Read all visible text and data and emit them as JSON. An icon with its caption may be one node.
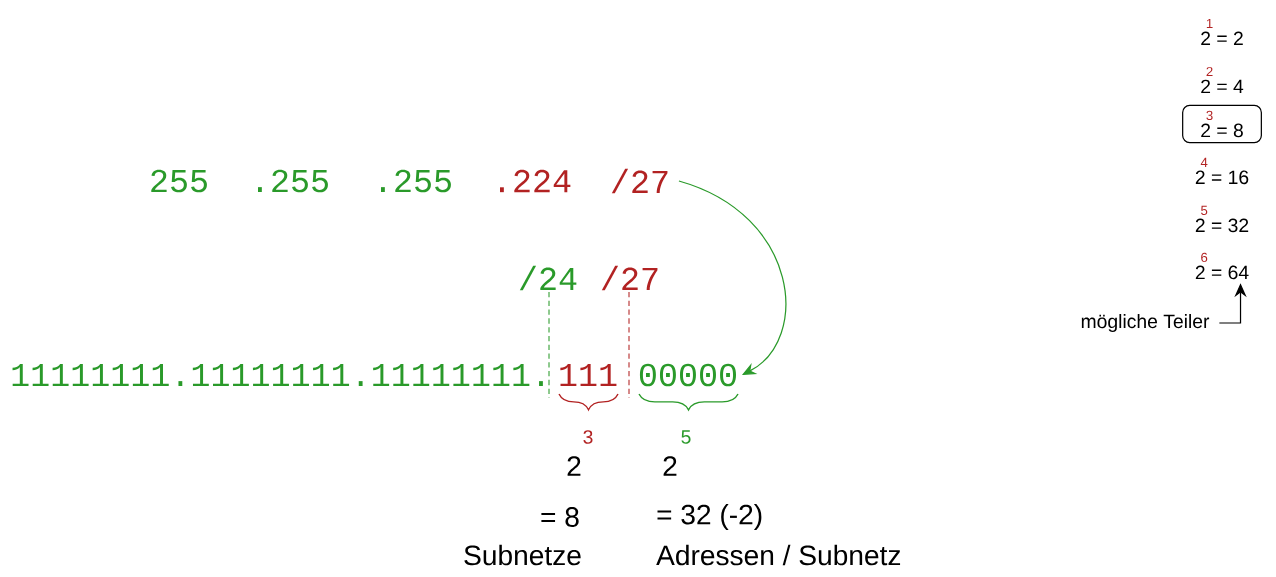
{
  "diagram": {
    "nodes": [
      {
        "text": [
          "3",
          "2 = 8"
        ]
      },
      {
        "text": [
          "/27"
        ]
      },
      {
        "text": [
          "6",
          "2 = 64"
        ]
      },
      {
        "text": [
          "mögliche Teiler"
        ]
      },
      {
        "text": [
          "00000"
        ]
      }
    ],
    "edges": [
      {
        "from": 1,
        "to": 4,
        "arrow": "to",
        "color": "#2a9a2a"
      },
      {
        "from": 3,
        "to": 2,
        "arrow": "to",
        "color": "#000000"
      }
    ],
    "labels": [
      "1",
      "2 = 2",
      "2",
      "2 = 4",
      "255",
      ".255",
      ".255",
      ".224",
      "4",
      "2 = 16",
      "5",
      "2 = 32",
      "/24",
      "/27",
      "11111111.11111111.11111111.",
      "111",
      "3",
      "5",
      "2",
      "2",
      "= 8",
      "= 32 (-2)",
      "Subnetze",
      "Adressen / Subnetz"
    ]
  }
}
